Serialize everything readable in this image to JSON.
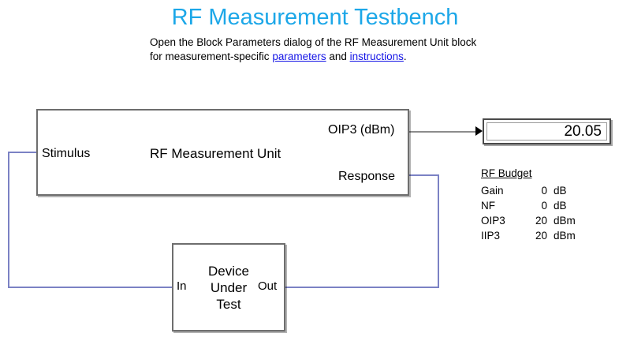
{
  "header": {
    "title": "RF Measurement Testbench",
    "description_part1": "Open the Block Parameters dialog of the RF Measurement Unit block for measurement-specific ",
    "link_parameters": "parameters",
    "description_part2": " and ",
    "link_instructions": "instructions",
    "description_part3": ".",
    "title_color": "#1CA7E8",
    "link_color": "#1414E6"
  },
  "rf_measurement_unit": {
    "name": "RF Measurement Unit",
    "input_port": "Stimulus",
    "output_port_top": "OIP3 (dBm)",
    "output_port_bottom": "Response"
  },
  "device_under_test": {
    "name": "Device\nUnder\nTest",
    "name_line1": "Device",
    "name_line2": "Under",
    "name_line3": "Test",
    "input_port": "In",
    "output_port": "Out"
  },
  "display": {
    "value": "20.05"
  },
  "rf_budget": {
    "title": "RF Budget",
    "rows": [
      {
        "name": "Gain",
        "value": "0",
        "unit": "dB"
      },
      {
        "name": "NF",
        "value": "0",
        "unit": "dB"
      },
      {
        "name": "OIP3",
        "value": "20",
        "unit": "dBm"
      },
      {
        "name": "IIP3",
        "value": "20",
        "unit": "dBm"
      }
    ]
  },
  "colors": {
    "signal_wire": "#7B82C4",
    "measurement_wire": "#8C8C8C",
    "block_border": "#6E6E6E"
  }
}
